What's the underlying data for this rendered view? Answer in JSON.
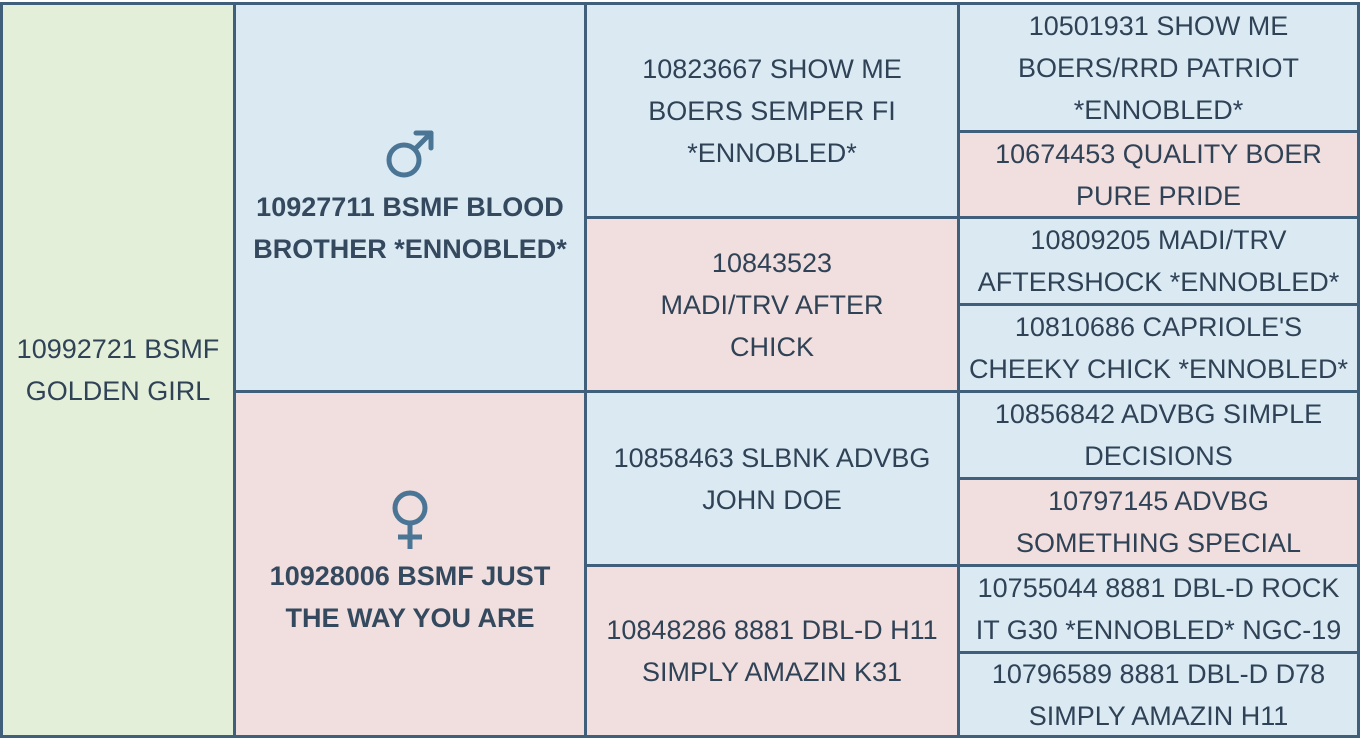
{
  "subject": {
    "name": "10992721 BSMF GOLDEN GIRL"
  },
  "sire": {
    "symbol": "male-symbol",
    "name": "10927711 BSMF BLOOD BROTHER *ENNOBLED*"
  },
  "dam": {
    "symbol": "female-symbol",
    "name": "10928006 BSMF JUST THE WAY YOU ARE"
  },
  "grandparents": [
    "10823667 SHOW ME BOERS SEMPER FI *ENNOBLED*",
    "10843523 MADI/TRV AFTER CHICK",
    "10858463 SLBNK ADVBG JOHN DOE",
    "10848286 8881 DBL-D H11 SIMPLY AMAZIN K31"
  ],
  "great_grandparents": [
    "10501931 SHOW ME BOERS/RRD PATRIOT *ENNOBLED*",
    "10674453 QUALITY BOER PURE PRIDE",
    "10809205 MADI/TRV AFTERSHOCK *ENNOBLED*",
    "10810686 CAPRIOLE'S CHEEKY CHICK *ENNOBLED*",
    "10856842 ADVBG SIMPLE DECISIONS",
    "10797145 ADVBG SOMETHING SPECIAL",
    "10755044 8881 DBL-D ROCK IT G30 *ENNOBLED* NGC-19",
    "10796589 8881 DBL-D D78 SIMPLY AMAZIN H11"
  ],
  "colors": {
    "border": "#3f5f7a",
    "subject_bg": "#e3efd9",
    "male_bg": "#dbe9f3",
    "female_bg": "#f1dede",
    "text": "#2f4256"
  }
}
